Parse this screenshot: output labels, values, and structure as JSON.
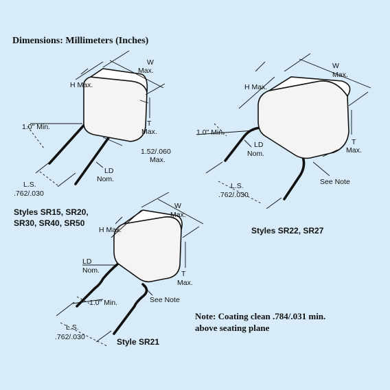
{
  "title": "Dimensions: Millimeters (Inches)",
  "labels": {
    "w": "W",
    "max": "Max.",
    "h_max": "H Max.",
    "t": "T",
    "ld": "LD",
    "nom": "Nom.",
    "one_inch_min": "1.0\" Min.",
    "one_inch_min_alt": "1.0\" Min.",
    "ls": "L.S.",
    "ls_value": ".762/.030",
    "lead_offset": "1.52/.060",
    "see_note": "See Note"
  },
  "styles": {
    "first": [
      "Styles SR15, SR20,",
      "SR30, SR40, SR50"
    ],
    "second": "Styles SR22, SR27",
    "third": "Style SR21"
  },
  "note": [
    "Note: Coating clean .784/.031 min.",
    "above seating plane"
  ]
}
